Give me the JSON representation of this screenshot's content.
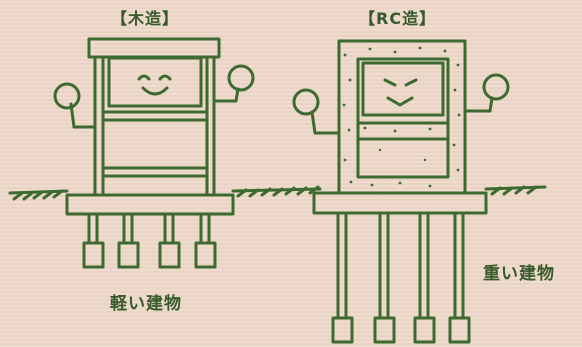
{
  "titles": {
    "wood": "【木造】",
    "rc": "【RC造】"
  },
  "labels": {
    "light": "軽い建物",
    "heavy": "重い建物"
  },
  "colors": {
    "line": "#3d6a30",
    "background": "#eed8c8"
  }
}
